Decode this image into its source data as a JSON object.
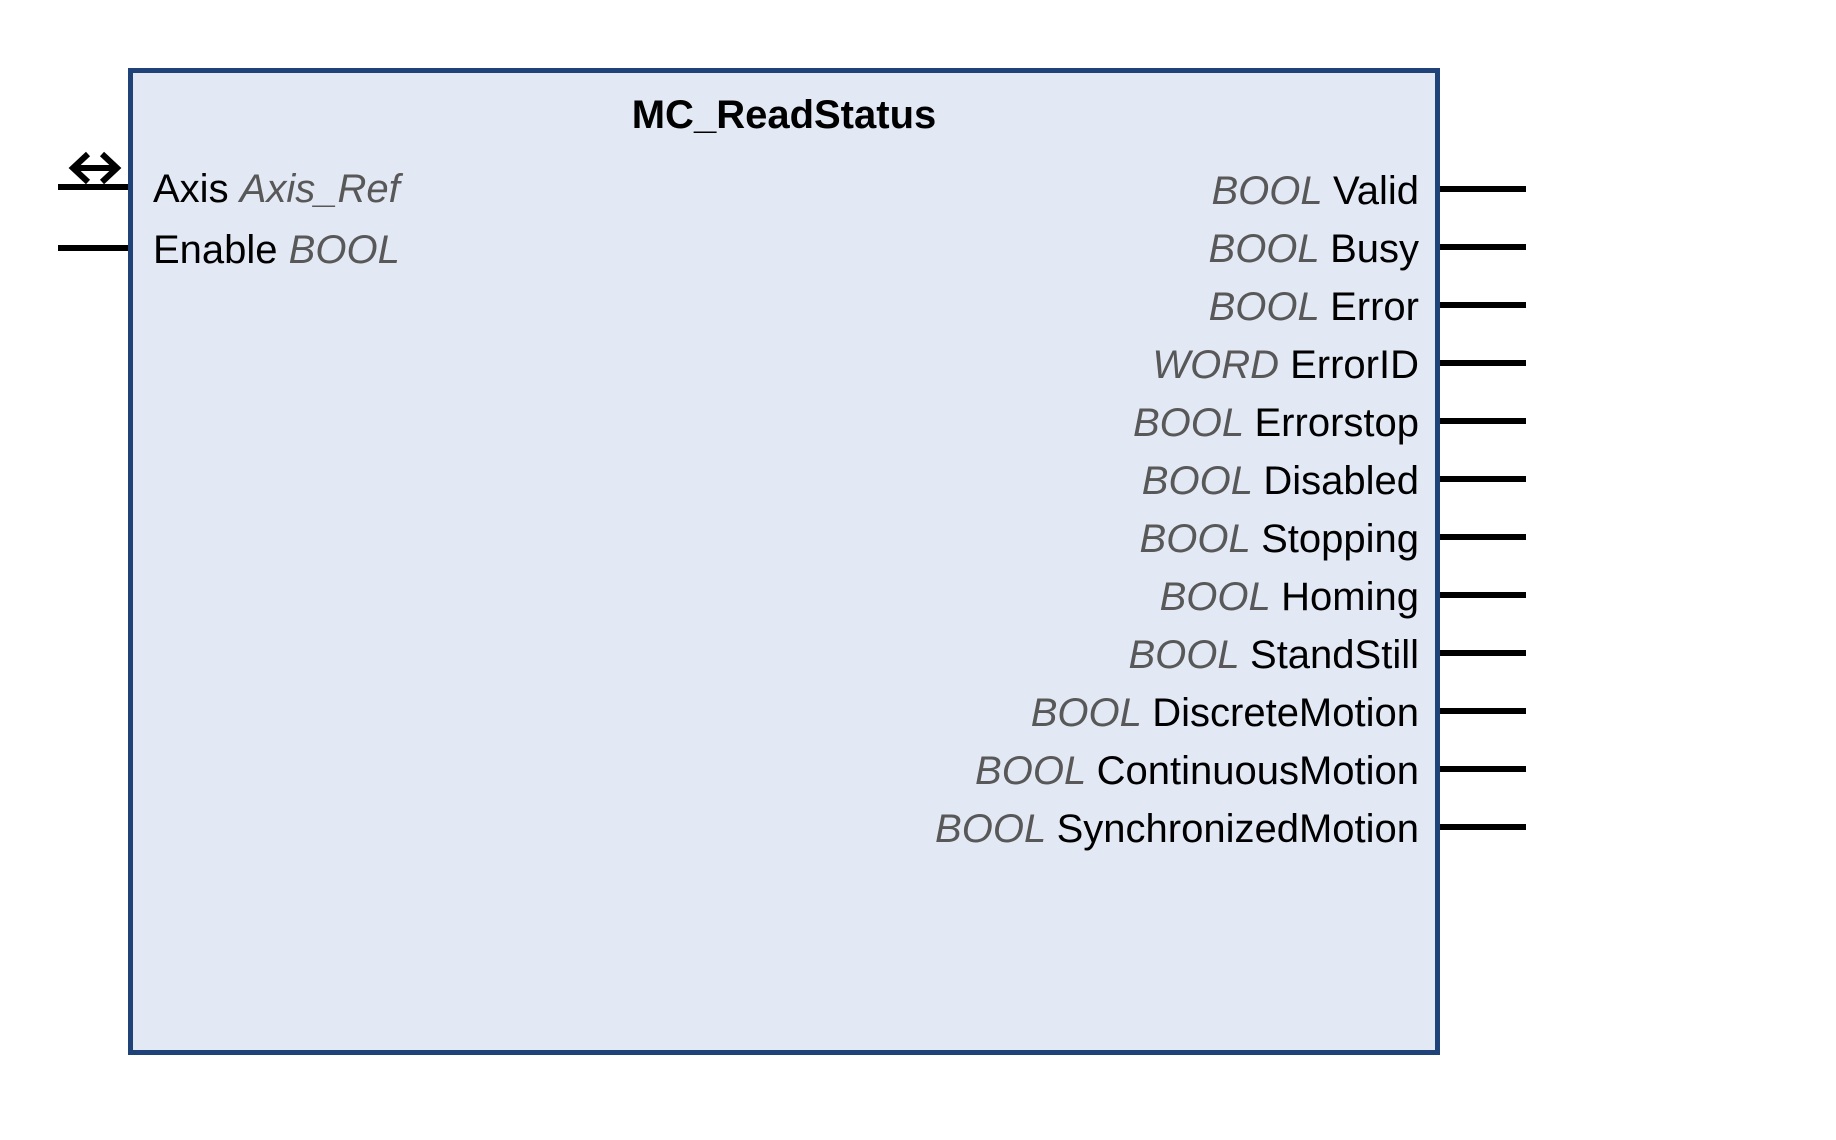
{
  "block": {
    "title": "MC_ReadStatus",
    "border_color": "#1f4379",
    "fill_color": "#e3e8f5",
    "name_color": "#000000",
    "type_color": "#585858"
  },
  "inputs": [
    {
      "name": "Axis",
      "type": "Axis_Ref",
      "marker": "inout-bidirectional-arrow-icon"
    },
    {
      "name": "Enable",
      "type": "BOOL",
      "marker": ""
    }
  ],
  "outputs": [
    {
      "type": "BOOL",
      "name": "Valid"
    },
    {
      "type": "BOOL",
      "name": "Busy"
    },
    {
      "type": "BOOL",
      "name": "Error"
    },
    {
      "type": "WORD",
      "name": "ErrorID"
    },
    {
      "type": "BOOL",
      "name": "Errorstop"
    },
    {
      "type": "BOOL",
      "name": "Disabled"
    },
    {
      "type": "BOOL",
      "name": "Stopping"
    },
    {
      "type": "BOOL",
      "name": "Homing"
    },
    {
      "type": "BOOL",
      "name": "StandStill"
    },
    {
      "type": "BOOL",
      "name": "DiscreteMotion"
    },
    {
      "type": "BOOL",
      "name": "ContinuousMotion"
    },
    {
      "type": "BOOL",
      "name": "SynchronizedMotion"
    }
  ]
}
